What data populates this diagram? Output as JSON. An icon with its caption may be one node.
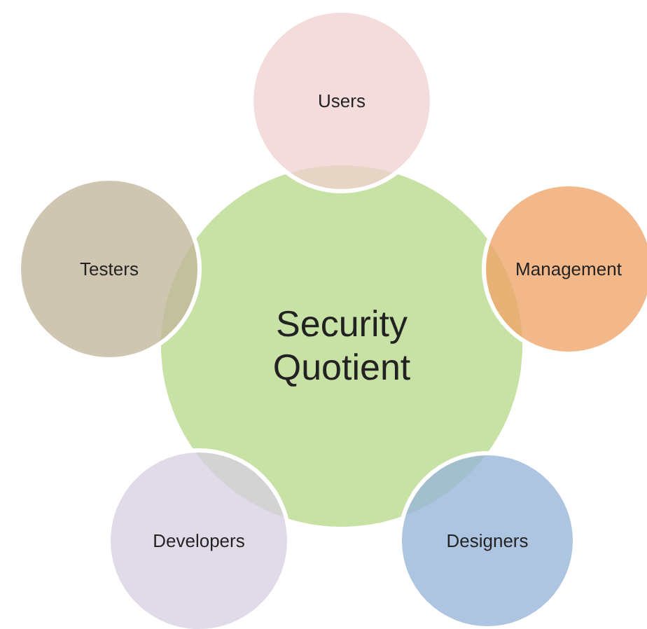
{
  "diagram": {
    "nodes": [
      {
        "text": [
          "Security Quotient"
        ]
      },
      {
        "text": [
          "Users"
        ]
      },
      {
        "text": [
          "Management"
        ]
      },
      {
        "text": [
          "Designers"
        ]
      },
      {
        "text": [
          "Developers"
        ]
      },
      {
        "text": [
          "Testers"
        ]
      }
    ]
  }
}
